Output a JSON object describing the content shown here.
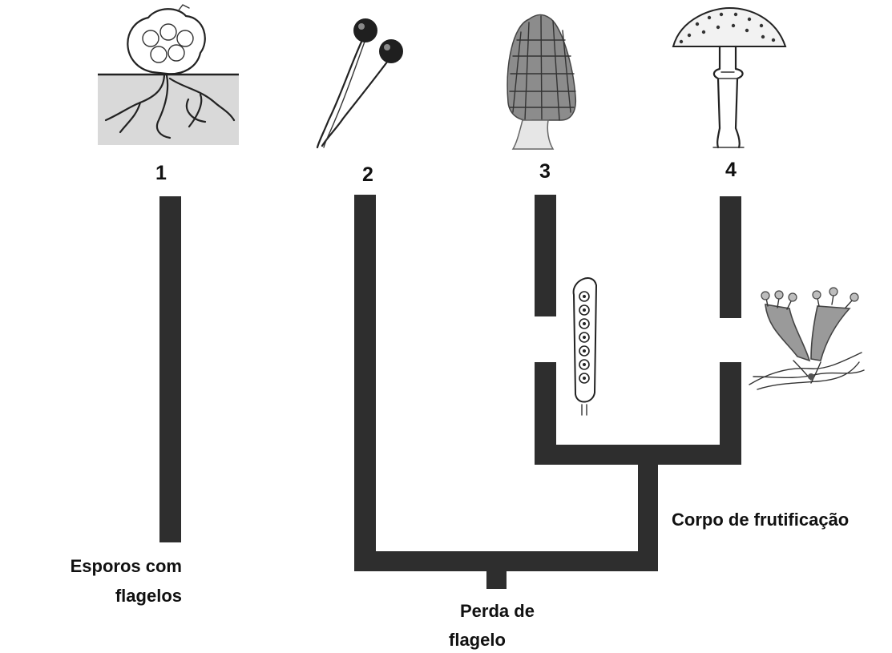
{
  "taxa": [
    {
      "number": "1",
      "icon": "chytrid-sporangium-icon"
    },
    {
      "number": "2",
      "icon": "zygomycete-sporangia-icon"
    },
    {
      "number": "3",
      "icon": "morel-mushroom-icon"
    },
    {
      "number": "4",
      "icon": "amanita-mushroom-icon"
    }
  ],
  "characters": {
    "flagellated_spores": {
      "line1": "Esporos com",
      "line2": "flagelos"
    },
    "flagellum_loss": {
      "line1": "Perda de",
      "line2": "flagelo"
    },
    "fruiting_body": "Corpo de frutificação"
  },
  "inset_icons": {
    "ascus": "ascus-icon",
    "basidium": "basidium-icon"
  },
  "colors": {
    "branch": "#2e2e2e",
    "ground": "#d9d9d9",
    "text": "#111111"
  }
}
